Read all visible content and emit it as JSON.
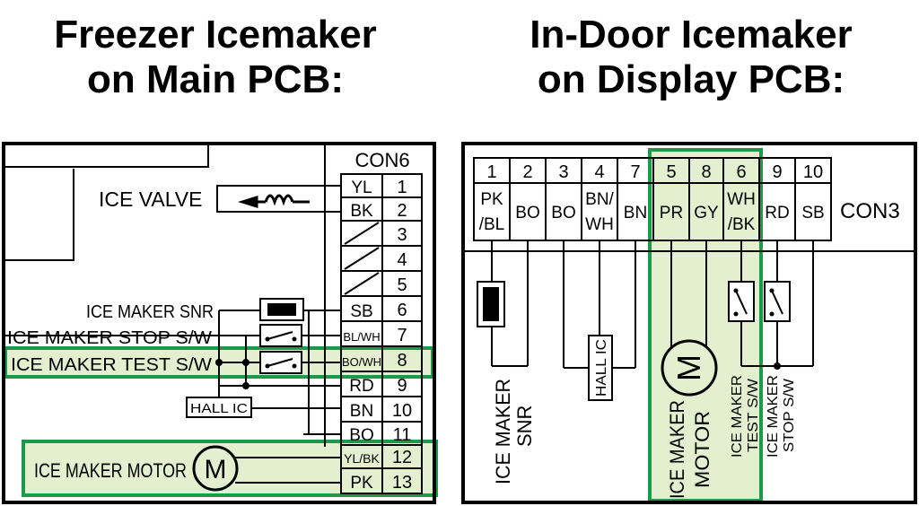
{
  "titles": {
    "left_line1": "Freezer Icemaker",
    "left_line2": "on Main PCB:",
    "right_line1": "In-Door Icemaker",
    "right_line2": "on Display PCB:"
  },
  "left_diagram": {
    "connector_label": "CON6",
    "pins": [
      {
        "pin": "1",
        "wire": "YL"
      },
      {
        "pin": "2",
        "wire": "BK"
      },
      {
        "pin": "3",
        "wire": ""
      },
      {
        "pin": "4",
        "wire": ""
      },
      {
        "pin": "5",
        "wire": ""
      },
      {
        "pin": "6",
        "wire": "SB"
      },
      {
        "pin": "7",
        "wire": "BL/WH"
      },
      {
        "pin": "8",
        "wire": "BO/WH"
      },
      {
        "pin": "9",
        "wire": "RD"
      },
      {
        "pin": "10",
        "wire": "BN"
      },
      {
        "pin": "11",
        "wire": "BO"
      },
      {
        "pin": "12",
        "wire": "YL/BK"
      },
      {
        "pin": "13",
        "wire": "PK"
      }
    ],
    "labels": {
      "ice_valve": "ICE VALVE",
      "ice_maker_snr": "ICE MAKER SNR",
      "ice_maker_stop_sw": "ICE MAKER STOP S/W",
      "ice_maker_test_sw": "ICE MAKER TEST S/W",
      "hall_ic": "HALL IC",
      "ice_maker_motor": "ICE MAKER MOTOR",
      "motor_symbol": "M"
    }
  },
  "right_diagram": {
    "connector_label": "CON3",
    "pins": [
      {
        "pin": "1",
        "wire_top": "PK",
        "wire_bottom": "/BL"
      },
      {
        "pin": "2",
        "wire_top": "BO",
        "wire_bottom": ""
      },
      {
        "pin": "3",
        "wire_top": "BO",
        "wire_bottom": ""
      },
      {
        "pin": "4",
        "wire_top": "BN/",
        "wire_bottom": "WH"
      },
      {
        "pin": "7",
        "wire_top": "BN",
        "wire_bottom": ""
      },
      {
        "pin": "5",
        "wire_top": "PR",
        "wire_bottom": ""
      },
      {
        "pin": "8",
        "wire_top": "GY",
        "wire_bottom": ""
      },
      {
        "pin": "6",
        "wire_top": "WH",
        "wire_bottom": "/BK"
      },
      {
        "pin": "9",
        "wire_top": "RD",
        "wire_bottom": ""
      },
      {
        "pin": "10",
        "wire_top": "SB",
        "wire_bottom": ""
      }
    ],
    "labels": {
      "ice_maker_snr_1": "ICE MAKER",
      "ice_maker_snr_2": "SNR",
      "hall_ic": "HALL IC",
      "motor_symbol": "M",
      "ice_maker_motor_1": "ICE MAKER",
      "ice_maker_motor_2": "MOTOR",
      "test_sw_1": "ICE MAKER",
      "test_sw_2": "TEST S/W",
      "stop_sw_1": "ICE MAKER",
      "stop_sw_2": "STOP S/W"
    }
  },
  "colors": {
    "highlight_fill": "#e4efcf",
    "highlight_stroke": "#1a9a4a",
    "line": "#000000"
  }
}
